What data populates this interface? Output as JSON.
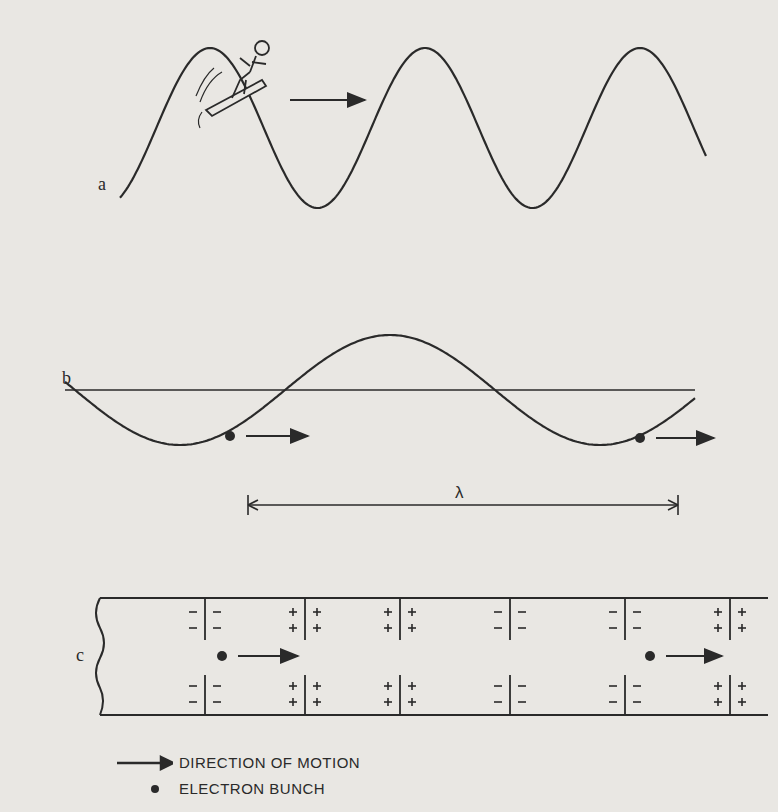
{
  "diagram": {
    "labels": [
      "a",
      "b",
      "c",
      "λ"
    ],
    "legend": [
      {
        "text": "DIRECTION OF MOTION"
      },
      {
        "text": "ELECTRON BUNCH"
      }
    ]
  }
}
